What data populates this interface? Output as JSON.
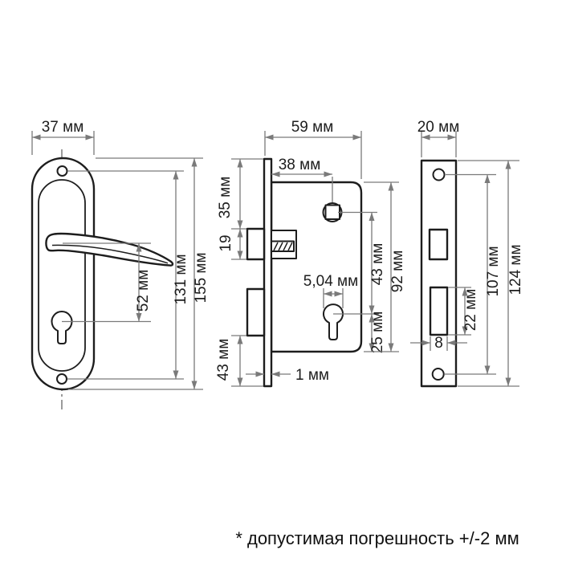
{
  "colors": {
    "line": "#1d1d1d",
    "dimension_line": "#7a7a7a",
    "background": "#ffffff"
  },
  "views": {
    "handle_plate": {
      "width": "37 мм",
      "handle_to_keyhole": "52 мм",
      "screw_spacing": "131 мм",
      "total_height": "155 мм"
    },
    "lock_body": {
      "body_width": "59 мм",
      "backset": "38 мм",
      "top_to_latch": "35 мм",
      "latch_height": "19",
      "cylinder_hole_width": "5,04 мм",
      "spindle_to_cylinder": "43 мм",
      "body_height": "92 мм",
      "cylinder_to_bottom": "25 мм",
      "bolt_to_plate_bottom": "43 мм",
      "faceplate_thickness": "1 мм"
    },
    "strike_plate": {
      "width": "20 мм",
      "bolt_cutout_height": "22 мм",
      "bolt_cutout_width": "8",
      "screw_spacing": "107 мм",
      "total_height": "124 мм"
    }
  },
  "footer": {
    "tolerance_note": "* допустимая погрешность +/-2 мм"
  }
}
